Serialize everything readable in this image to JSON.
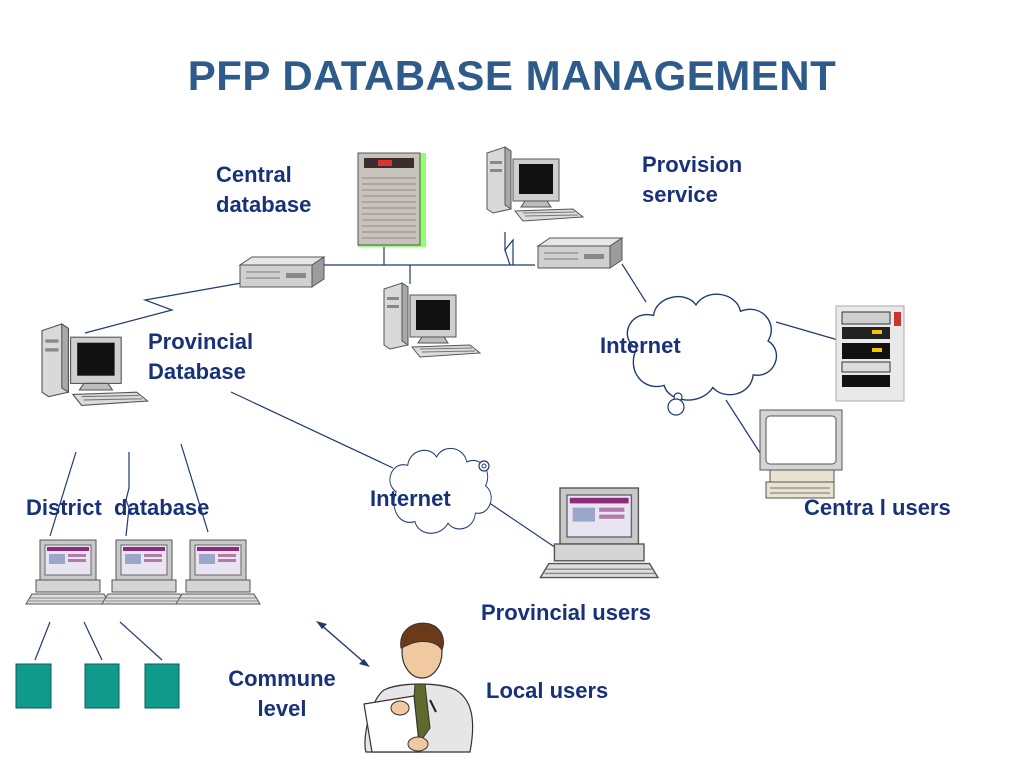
{
  "title": "PFP DATABASE MANAGEMENT",
  "labels": {
    "central_database": "Central database",
    "provision_service": "Provision service",
    "provincial_database": "Provincial Database",
    "internet_top": "Internet",
    "internet_mid": "Internet",
    "district_database": "District  database",
    "central_users": "Centra l users",
    "provincial_users": "Provincial users",
    "commune_level": "Commune level",
    "local_users": "Local users"
  },
  "colors": {
    "title": "#2e5b8a",
    "label": "#17317a",
    "connector": "#1f3a70",
    "commune_box": "#0f9a8c",
    "server_panel": "#90ff70"
  }
}
